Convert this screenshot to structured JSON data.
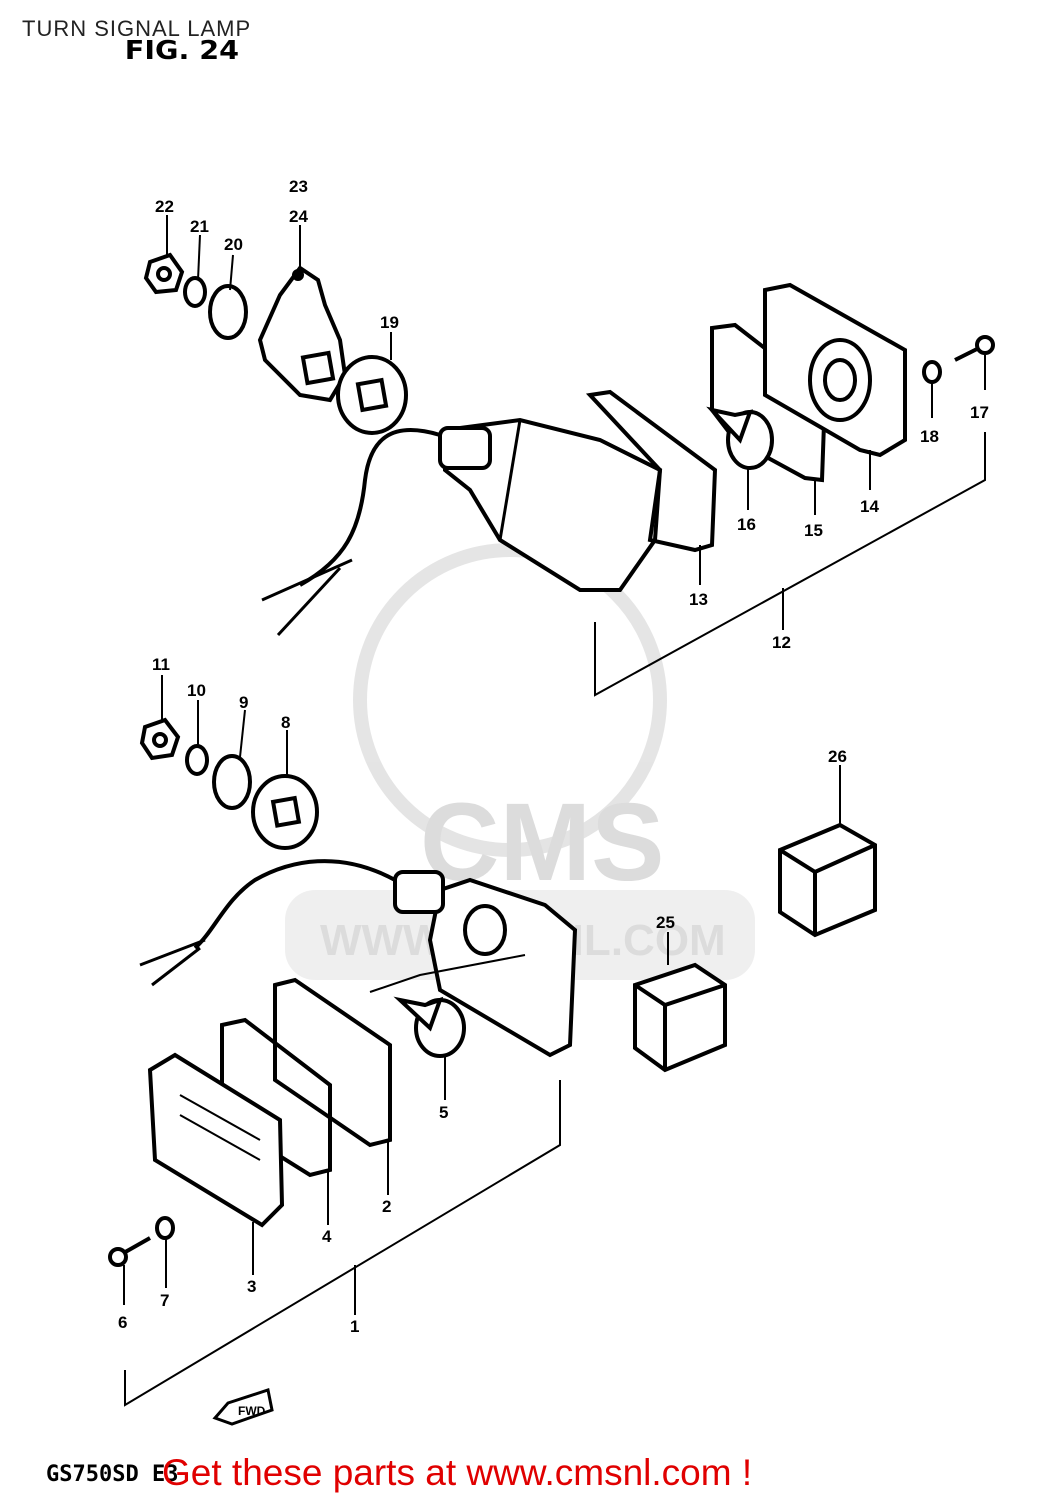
{
  "header": {
    "title": "TURN SIGNAL LAMP",
    "figure": "FIG. 24"
  },
  "footer": {
    "model_code": "GS750SD E3",
    "cta": "Get these parts at www.cmsnl.com !"
  },
  "watermark": {
    "brand": "CMS",
    "url": "WWW.CMSNL.COM"
  },
  "callouts": {
    "p1": "1",
    "p2": "2",
    "p3": "3",
    "p4": "4",
    "p5": "5",
    "p6": "6",
    "p7": "7",
    "p8": "8",
    "p9": "9",
    "p10": "10",
    "p11": "11",
    "p12": "12",
    "p13": "13",
    "p14": "14",
    "p15": "15",
    "p16": "16",
    "p17": "17",
    "p18": "18",
    "p19": "19",
    "p20": "20",
    "p21": "21",
    "p22": "22",
    "p23": "23",
    "p24": "24",
    "p25": "25",
    "p26": "26"
  },
  "direction_marker": "FWD"
}
